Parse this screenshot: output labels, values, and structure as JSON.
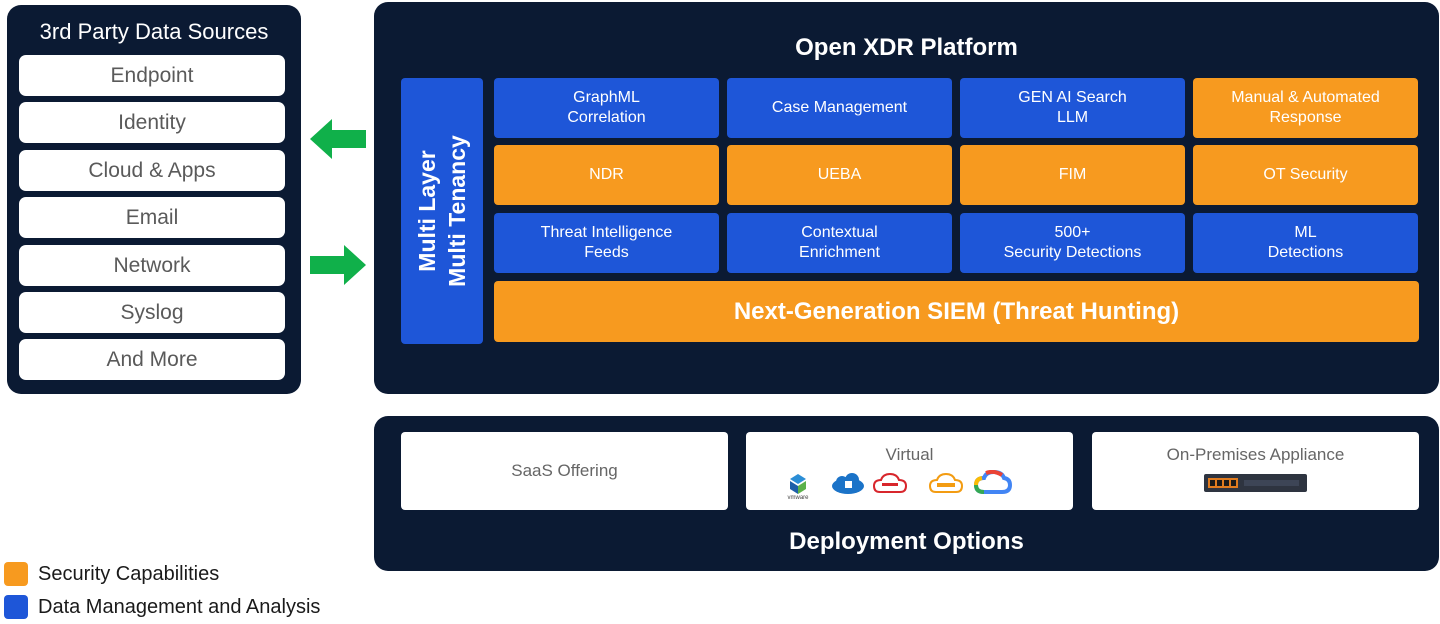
{
  "sources": {
    "title": "3rd Party Data Sources",
    "items": [
      "Endpoint",
      "Identity",
      "Cloud & Apps",
      "Email",
      "Network",
      "Syslog",
      "And More"
    ]
  },
  "platform": {
    "title": "Open XDR Platform",
    "tenancy_line1": "Multi Layer",
    "tenancy_line2": "Multi Tenancy",
    "cells": [
      {
        "label": "GraphML\nCorrelation",
        "kind": "data"
      },
      {
        "label": "Case Management",
        "kind": "data"
      },
      {
        "label": "GEN AI Search\nLLM",
        "kind": "data"
      },
      {
        "label": "Manual & Automated\nResponse",
        "kind": "security"
      },
      {
        "label": "NDR",
        "kind": "security"
      },
      {
        "label": "UEBA",
        "kind": "security"
      },
      {
        "label": "FIM",
        "kind": "security"
      },
      {
        "label": "OT Security",
        "kind": "security"
      },
      {
        "label": "Threat Intelligence\nFeeds",
        "kind": "data"
      },
      {
        "label": "Contextual\nEnrichment",
        "kind": "data"
      },
      {
        "label": "500+\nSecurity Detections",
        "kind": "data"
      },
      {
        "label": "ML\nDetections",
        "kind": "data"
      }
    ],
    "siem": "Next-Generation SIEM (Threat Hunting)"
  },
  "deployment": {
    "title": "Deployment Options",
    "saas": "SaaS Offering",
    "virtual": "Virtual",
    "onprem": "On-Premises Appliance",
    "virtual_logos": [
      "vmware-logo",
      "azure-cloud-logo",
      "oracle-cloud-logo",
      "amazon-cloud-logo",
      "google-cloud-logo"
    ],
    "vmware_text": "vmware"
  },
  "legend": {
    "security": "Security Capabilities",
    "data": "Data Management and Analysis"
  },
  "colors": {
    "panel": "#0b1a33",
    "data_blue": "#1e56d8",
    "security_orange": "#f79a1f",
    "arrow_green": "#10b04a"
  }
}
